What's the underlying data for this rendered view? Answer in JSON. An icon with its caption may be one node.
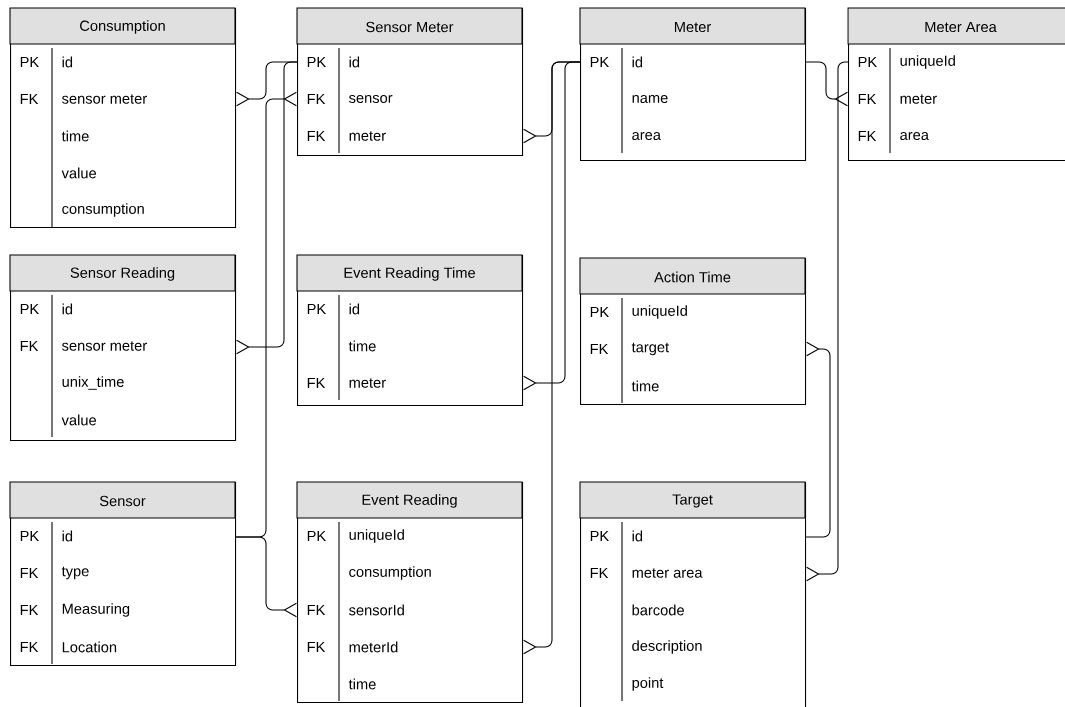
{
  "diagram": {
    "nodes": [
      {
        "text": [
          "Consumption",
          "PK",
          "id",
          "FK",
          "sensor meter",
          "time",
          "value",
          "consumption"
        ]
      },
      {
        "text": [
          "Sensor Meter",
          "PK",
          "id",
          "FK",
          "sensor",
          "FK",
          "meter"
        ]
      },
      {
        "text": [
          "Meter",
          "PK",
          "id",
          "name",
          "area"
        ]
      },
      {
        "text": [
          "Meter Area",
          "PK",
          "uniqueId",
          "FK",
          "meter",
          "FK",
          "area"
        ]
      },
      {
        "text": [
          "Sensor Reading",
          "PK",
          "id",
          "FK",
          "sensor meter",
          "unix_time",
          "value"
        ]
      },
      {
        "text": [
          "Event Reading Time",
          "PK",
          "id",
          "time",
          "FK",
          "meter"
        ]
      },
      {
        "text": [
          "Action Time",
          "PK",
          "uniqueId",
          "FK",
          "target",
          "time"
        ]
      },
      {
        "text": [
          "Sensor",
          "PK",
          "id",
          "FK",
          "type",
          "FK",
          "Measuring",
          "FK",
          "Location"
        ]
      },
      {
        "text": [
          "Event Reading",
          "PK",
          "uniqueId",
          "consumption",
          "FK",
          "sensorId",
          "FK",
          "meterId",
          "time"
        ]
      },
      {
        "text": [
          "Target",
          "PK",
          "id",
          "FK",
          "meter area",
          "barcode",
          "description",
          "point"
        ]
      }
    ],
    "edges": [
      {
        "from": 1,
        "to": 0,
        "arrow": "other"
      },
      {
        "from": 1,
        "to": 4,
        "arrow": "other"
      },
      {
        "from": 7,
        "to": 1,
        "arrow": "other"
      },
      {
        "from": 7,
        "to": 8,
        "arrow": "other"
      },
      {
        "from": 2,
        "to": 1,
        "arrow": "other"
      },
      {
        "from": 2,
        "to": 5,
        "arrow": "other"
      },
      {
        "from": 2,
        "to": 8,
        "arrow": "other"
      },
      {
        "from": 2,
        "to": 3,
        "arrow": "other"
      },
      {
        "from": 3,
        "to": 9,
        "arrow": "other"
      },
      {
        "from": 9,
        "to": 6,
        "arrow": "other"
      }
    ]
  }
}
